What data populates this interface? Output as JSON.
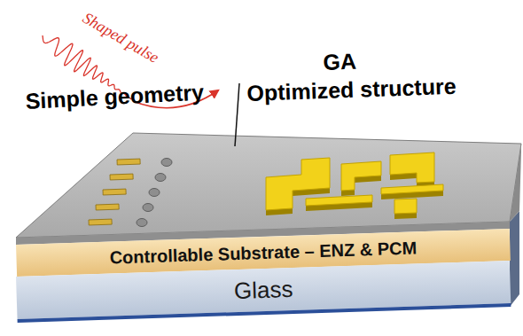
{
  "diagram": {
    "nodes": [
      {
        "text": [
          "Controllable Substrate – ENZ & PCM"
        ]
      },
      {
        "text": [
          "Glass"
        ]
      }
    ],
    "labels": [
      "Shaped pulse",
      "Simple geometry",
      "GA",
      "Optimized structure"
    ]
  }
}
